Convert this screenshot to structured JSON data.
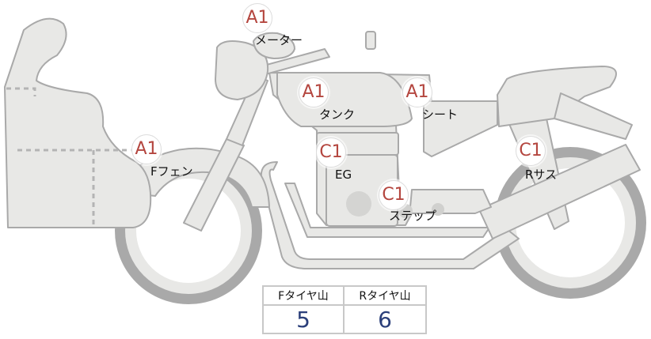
{
  "parts": [
    {
      "grade": "A1",
      "name": "メーター"
    },
    {
      "grade": "A1",
      "name": "タンク"
    },
    {
      "grade": "A1",
      "name": "シート"
    },
    {
      "grade": "A1",
      "name": "Fフェン"
    },
    {
      "grade": "C1",
      "name": "EG"
    },
    {
      "grade": "C1",
      "name": "ステップ"
    },
    {
      "grade": "C1",
      "name": "Rサス"
    }
  ],
  "tyre_table": {
    "headers": [
      "Fタイヤ山",
      "Rタイヤ山"
    ],
    "values": [
      "5",
      "6"
    ]
  },
  "colors": {
    "body_fill": "#e8e8e6",
    "outline": "#a9a9a9",
    "grade_text": "#b4463f",
    "value_text": "#2b3f7a"
  }
}
